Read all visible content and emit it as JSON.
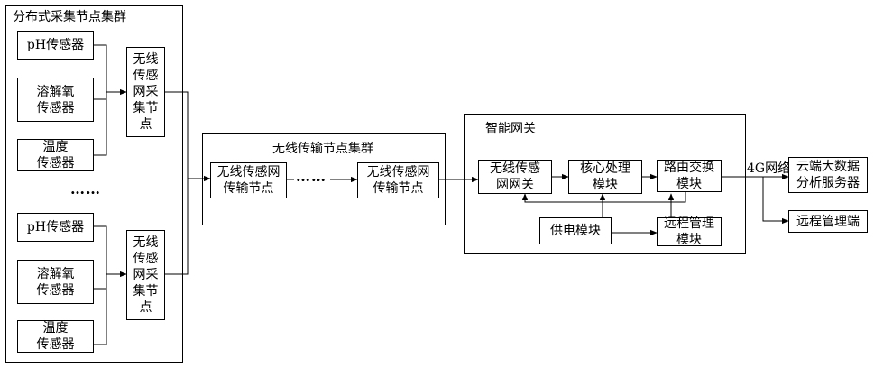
{
  "groups": {
    "collection_cluster": "分布式采集节点集群",
    "transmission_cluster": "无线传输节点集群",
    "gateway": "智能网关"
  },
  "sensor_group_1": {
    "ph": "pH传感器",
    "dissolved_oxygen": "溶解氧\n传感器",
    "temperature": "温度\n传感器",
    "collector": "无线\n传感\n网采\n集节\n点"
  },
  "ellipsis": "……",
  "sensor_group_2": {
    "ph": "pH传感器",
    "dissolved_oxygen": "溶解氧\n传感器",
    "temperature": "温度\n传感器",
    "collector": "无线\n传感\n网采\n集节\n点"
  },
  "transmission": {
    "node_1": "无线传感网\n传输节点",
    "dots": "……",
    "node_2": "无线传感网\n传输节点"
  },
  "gateway_modules": {
    "wsn_gateway": "无线传感\n网网关",
    "core_processing": "核心处理\n模块",
    "routing_switch": "路由交换\n模块",
    "power_supply": "供电模块",
    "remote_management_module": "远程管理\n模块"
  },
  "network_label": "4G网络",
  "endpoints": {
    "cloud_server": "云端大数据\n分析服务器",
    "remote_terminal": "远程管理端"
  }
}
